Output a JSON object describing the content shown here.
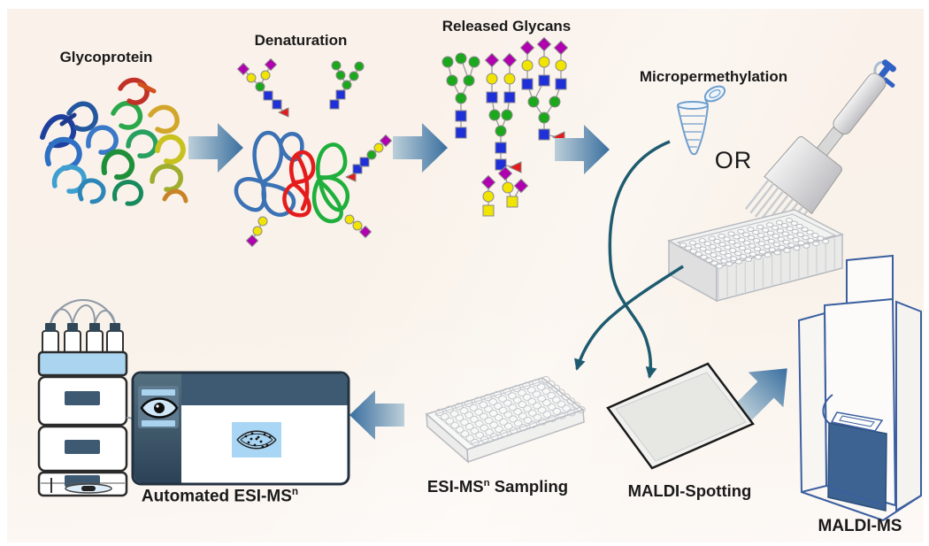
{
  "labels": {
    "glycoprotein": "Glycoprotein",
    "denaturation": "Denaturation",
    "released_glycans": "Released Glycans",
    "micropermethylation": "Micropermethylation",
    "or": "OR",
    "esi_sampling": {
      "text": "ESI-MS",
      "sup": "n",
      "rest": " Sampling"
    },
    "maldi_spotting": "MALDI-Spotting",
    "maldi_ms": "MALDI-MS",
    "automated_esi": {
      "text": "Automated ESI-MS",
      "sup": "n",
      "rest": ""
    }
  },
  "colors": {
    "background_top": "#faf1ea",
    "background_bottom": "#fdf9f6",
    "label_text": "#1a1a1a",
    "block_arrow_light": "#bccfd9",
    "block_arrow_dark": "#3a6f9f",
    "curved_arrow": "#1e5b70",
    "glycan_green": "#1ca81c",
    "glycan_blue": "#2030d8",
    "glycan_yellow": "#f0e400",
    "glycan_purple": "#b000b0",
    "glycan_red": "#e31b1b",
    "denatured_loop_blue": "#3b72b5",
    "denatured_loop_red": "#e51c1c",
    "denatured_loop_green": "#1faf3c",
    "instrument_line_blue": "#3b5fa0",
    "instrument_panel_blue": "#3c6391",
    "ms_box_slate": "#3e5a72",
    "hplc_tray_blue": "#aad4f0",
    "screen_blue": "#a9d6f4",
    "tube_outline_blue": "#6f9fce"
  }
}
